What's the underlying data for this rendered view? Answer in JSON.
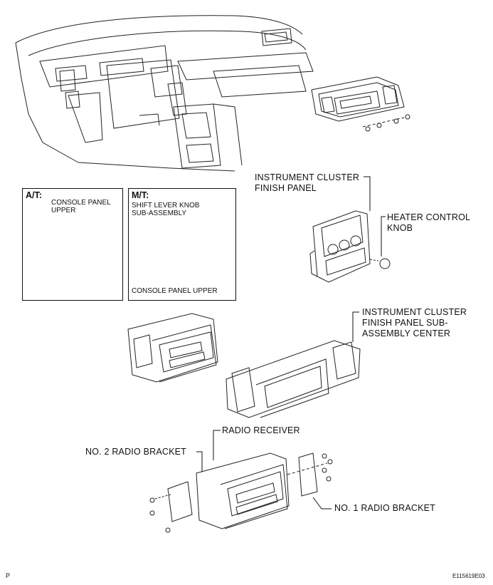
{
  "labels": {
    "instrument_cluster_finish_panel": "INSTRUMENT CLUSTER\nFINISH PANEL",
    "heater_control_knob": "HEATER CONTROL\nKNOB",
    "finish_panel_sub_assembly_center": "INSTRUMENT CLUSTER\nFINISH PANEL SUB-\nASSEMBLY CENTER",
    "radio_receiver": "RADIO RECEIVER",
    "no2_radio_bracket": "NO. 2 RADIO BRACKET",
    "no1_radio_bracket": "NO. 1 RADIO BRACKET"
  },
  "at_box": {
    "heading": "A/T:",
    "part": "CONSOLE PANEL\nUPPER"
  },
  "mt_box": {
    "heading": "M/T:",
    "part_top": "SHIFT LEVER KNOB\nSUB-ASSEMBLY",
    "part_bottom": "CONSOLE PANEL UPPER"
  },
  "footer": {
    "left": "P",
    "right": "E115619E03"
  }
}
